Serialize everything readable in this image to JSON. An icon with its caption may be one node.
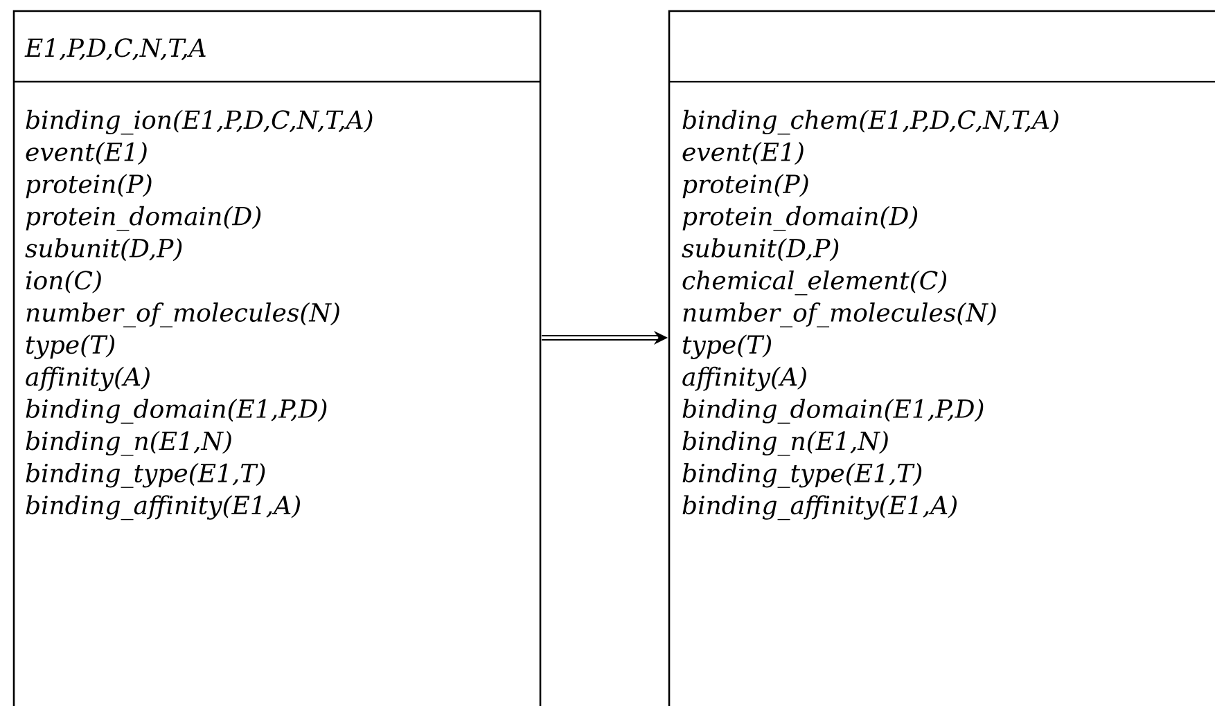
{
  "diagram": {
    "nodes": [
      {
        "text": [
          "E1,P,D,C,N,T,A",
          "binding_ion(E1,P,D,C,N,T,A)",
          "event(E1)",
          "protein(P)",
          "protein_domain(D)",
          "subunit(D,P)",
          "ion(C)",
          "number_of_molecules(N)",
          "type(T)",
          "affinity(A)",
          "binding_domain(E1,P,D)",
          "binding_n(E1,N)",
          "binding_type(E1,T)",
          "binding_affinity(E1,A)"
        ]
      },
      {
        "text": [
          "binding_chem(E1,P,D,C,N,T,A)",
          "event(E1)",
          "protein(P)",
          "protein_domain(D)",
          "subunit(D,P)",
          "chemical_element(C)",
          "number_of_molecules(N)",
          "type(T)",
          "affinity(A)",
          "binding_domain(E1,P,D)",
          "binding_n(E1,N)",
          "binding_type(E1,T)",
          "binding_affinity(E1,A)"
        ]
      }
    ],
    "edges": [
      {
        "from": 0,
        "to": 1,
        "arrow": "to"
      }
    ]
  }
}
